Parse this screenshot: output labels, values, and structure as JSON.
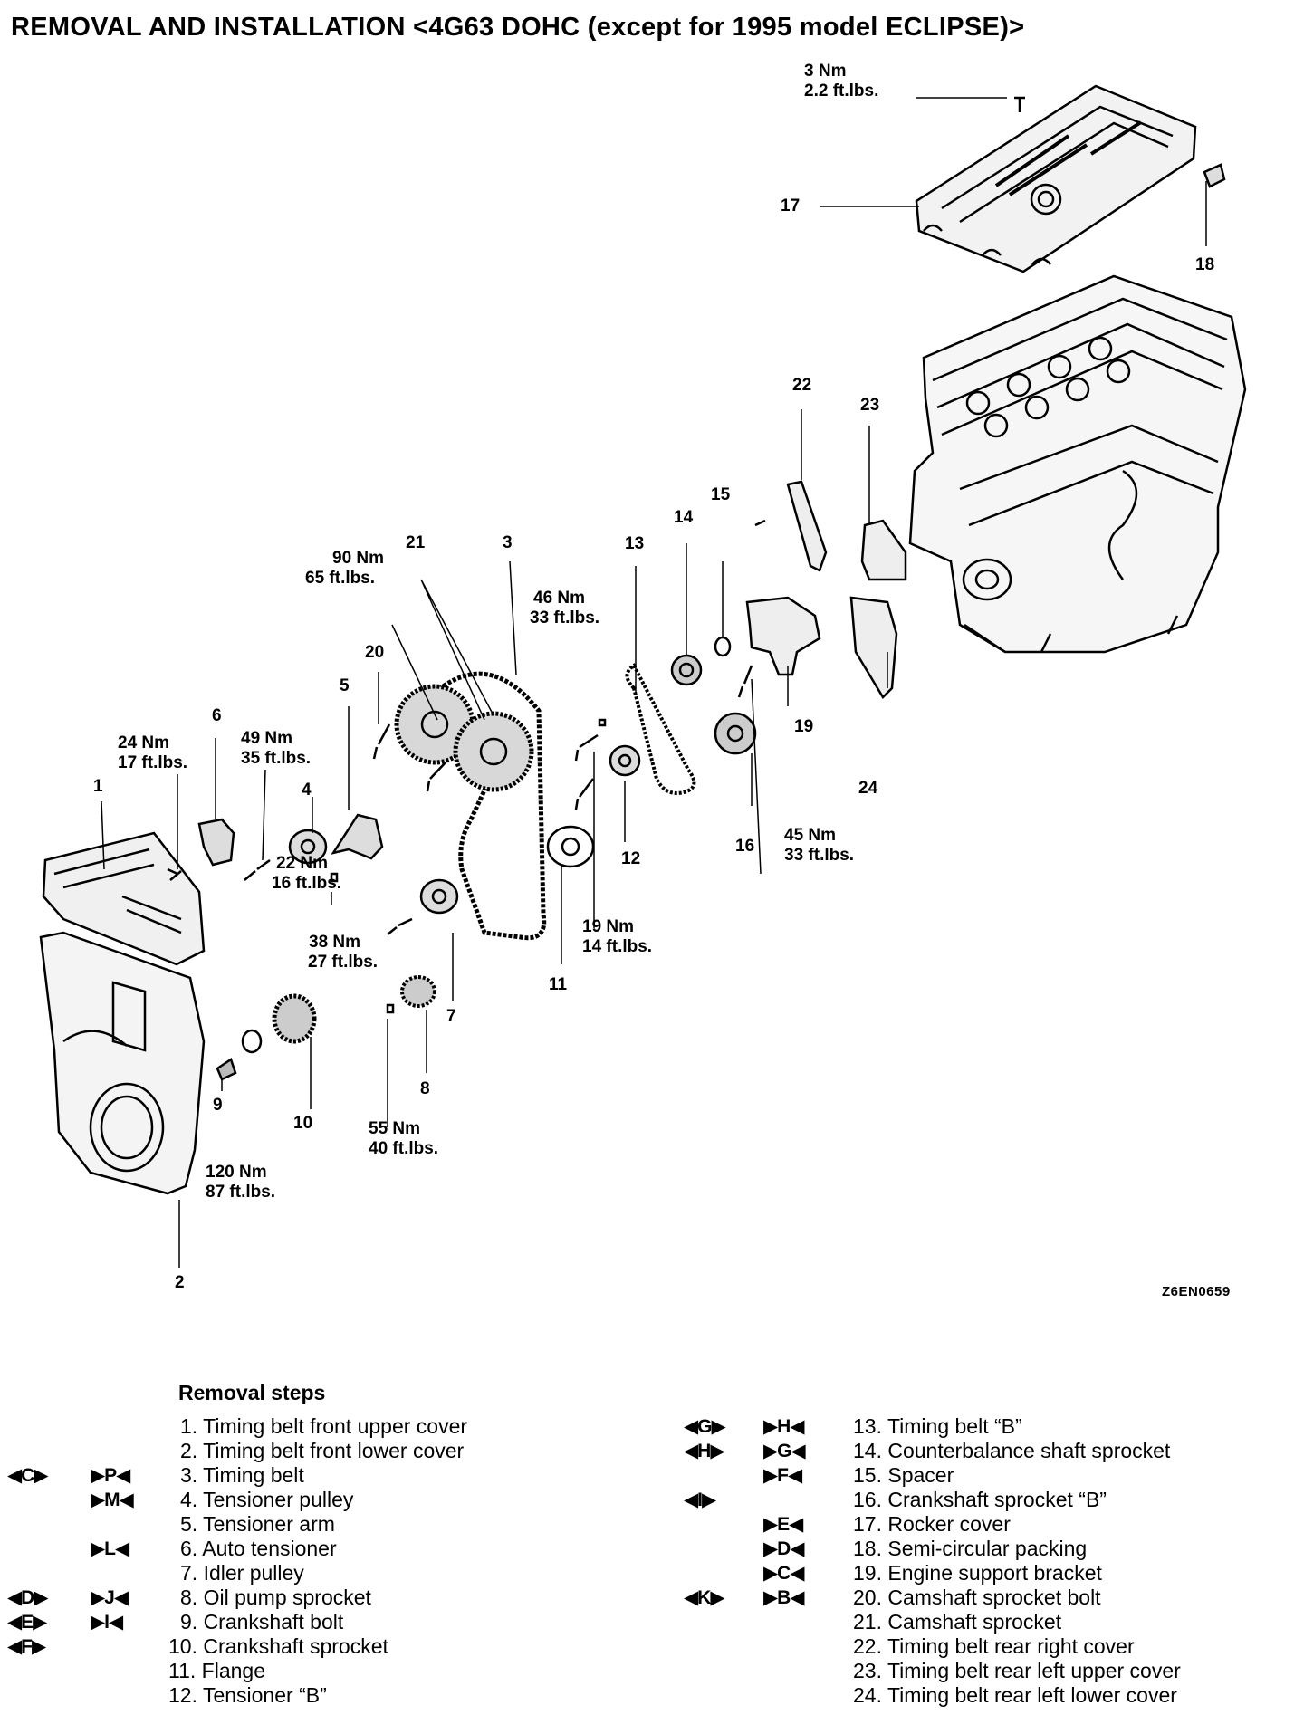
{
  "page_title": "REMOVAL AND INSTALLATION <4G63 DOHC (except for 1995 model ECLIPSE)>",
  "figure_code": "Z6EN0659",
  "callouts": [
    "1",
    "2",
    "3",
    "4",
    "5",
    "6",
    "7",
    "8",
    "9",
    "10",
    "11",
    "12",
    "13",
    "14",
    "15",
    "16",
    "17",
    "18",
    "19",
    "20",
    "21",
    "22",
    "23",
    "24"
  ],
  "torques": [
    {
      "nm": "3 Nm",
      "ft": "2.2 ft.lbs."
    },
    {
      "nm": "90 Nm",
      "ft": "65 ft.lbs."
    },
    {
      "nm": "46 Nm",
      "ft": "33 ft.lbs."
    },
    {
      "nm": "24 Nm",
      "ft": "17 ft.lbs."
    },
    {
      "nm": "49 Nm",
      "ft": "35 ft.lbs."
    },
    {
      "nm": "22 Nm",
      "ft": "16 ft.lbs."
    },
    {
      "nm": "38 Nm",
      "ft": "27 ft.lbs."
    },
    {
      "nm": "19 Nm",
      "ft": "14 ft.lbs."
    },
    {
      "nm": "45 Nm",
      "ft": "33 ft.lbs."
    },
    {
      "nm": "55 Nm",
      "ft": "40 ft.lbs."
    },
    {
      "nm": "120 Nm",
      "ft": "87 ft.lbs."
    }
  ],
  "removal_steps": {
    "heading": "Removal steps",
    "left": [
      {
        "a": "",
        "b": "",
        "text": "1. Timing belt front upper cover"
      },
      {
        "a": "",
        "b": "",
        "text": "2. Timing belt front lower cover"
      },
      {
        "a": "◀C▶",
        "b": "▶P◀",
        "text": "3. Timing belt"
      },
      {
        "a": "",
        "b": "▶M◀",
        "text": "4. Tensioner pulley"
      },
      {
        "a": "",
        "b": "",
        "text": "5. Tensioner arm"
      },
      {
        "a": "",
        "b": "▶L◀",
        "text": "6. Auto tensioner"
      },
      {
        "a": "",
        "b": "",
        "text": "7. Idler pulley"
      },
      {
        "a": "◀D▶",
        "b": "▶J◀",
        "text": "8. Oil pump sprocket"
      },
      {
        "a": "◀E▶",
        "b": "▶I◀",
        "text": "9. Crankshaft bolt"
      },
      {
        "a": "◀F▶",
        "b": "",
        "text": "10. Crankshaft sprocket"
      },
      {
        "a": "",
        "b": "",
        "text": "11. Flange"
      },
      {
        "a": "",
        "b": "",
        "text": "12. Tensioner “B”"
      }
    ],
    "right": [
      {
        "a": "◀G▶",
        "b": "▶H◀",
        "text": "13. Timing belt “B”"
      },
      {
        "a": "◀H▶",
        "b": "▶G◀",
        "text": "14. Counterbalance shaft sprocket"
      },
      {
        "a": "",
        "b": "▶F◀",
        "text": "15. Spacer"
      },
      {
        "a": "◀I▶",
        "b": "",
        "text": "16. Crankshaft sprocket “B”"
      },
      {
        "a": "",
        "b": "▶E◀",
        "text": "17. Rocker cover"
      },
      {
        "a": "",
        "b": "▶D◀",
        "text": "18. Semi-circular packing"
      },
      {
        "a": "",
        "b": "▶C◀",
        "text": "19. Engine support bracket"
      },
      {
        "a": "◀K▶",
        "b": "▶B◀",
        "text": "20. Camshaft sprocket bolt"
      },
      {
        "a": "",
        "b": "",
        "text": "21. Camshaft sprocket"
      },
      {
        "a": "",
        "b": "",
        "text": "22. Timing belt rear right cover"
      },
      {
        "a": "",
        "b": "",
        "text": "23. Timing belt rear left upper cover"
      },
      {
        "a": "",
        "b": "",
        "text": "24. Timing belt rear left lower cover"
      }
    ]
  }
}
